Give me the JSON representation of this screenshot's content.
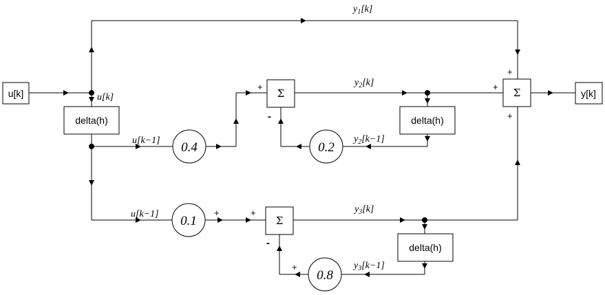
{
  "input_label": "u[k]",
  "output_label": "y[k]",
  "delay_label": "delta(h)",
  "sum_symbol": "Σ",
  "gains": {
    "g1": "0.4",
    "g2": "0.2",
    "g3": "0.1",
    "g4": "0.8"
  },
  "signals": {
    "u_k": "u[k]",
    "u_k1_top": "u[k−1]",
    "u_k1_bottom": "u[k−1]",
    "y1": "y",
    "y1_sub": "1",
    "y1_arg": "[k]",
    "y2": "y",
    "y2_sub": "2",
    "y2_arg": "[k]",
    "y2_delayed": "y",
    "y2_delayed_sub": "2",
    "y2_delayed_arg": "[k−1]",
    "y3": "y",
    "y3_sub": "3",
    "y3_arg": "[k]",
    "y3_delayed": "y",
    "y3_delayed_sub": "3",
    "y3_delayed_arg": "[k−1]"
  },
  "signs": {
    "plus": "+",
    "minus": "-"
  }
}
